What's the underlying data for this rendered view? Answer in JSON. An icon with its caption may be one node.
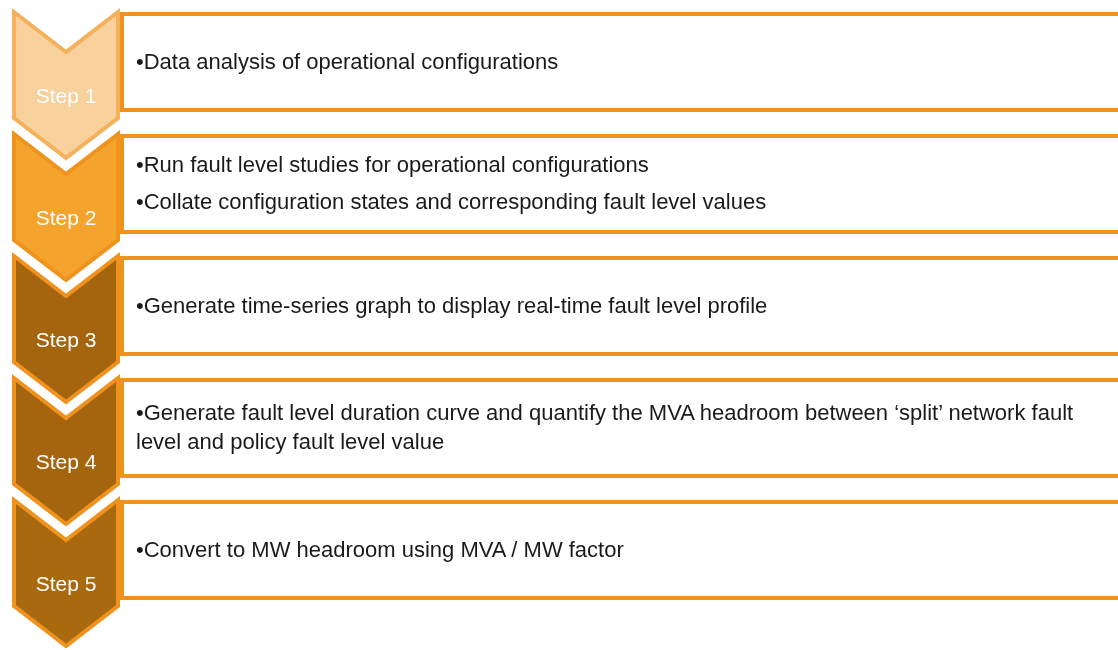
{
  "diagram": {
    "nodes": [
      {
        "text": [
          "Step 1"
        ]
      },
      {
        "text": [
          "•Data analysis of operational configurations"
        ]
      },
      {
        "text": [
          "Step 2"
        ]
      },
      {
        "text": [
          "•Run fault level studies for operational configurations",
          "•Collate configuration states and corresponding fault level values"
        ]
      },
      {
        "text": [
          "Step 3"
        ]
      },
      {
        "text": [
          "•Generate time-series graph to display real-time fault level profile"
        ]
      },
      {
        "text": [
          "Step 4"
        ]
      },
      {
        "text": [
          "•Generate fault level duration curve and quantify the MVA headroom between ‘split’ network fault level and policy fault level value"
        ]
      },
      {
        "text": [
          "Step 5"
        ]
      },
      {
        "text": [
          "•Convert to MW headroom using MVA / MW factor"
        ]
      }
    ]
  }
}
